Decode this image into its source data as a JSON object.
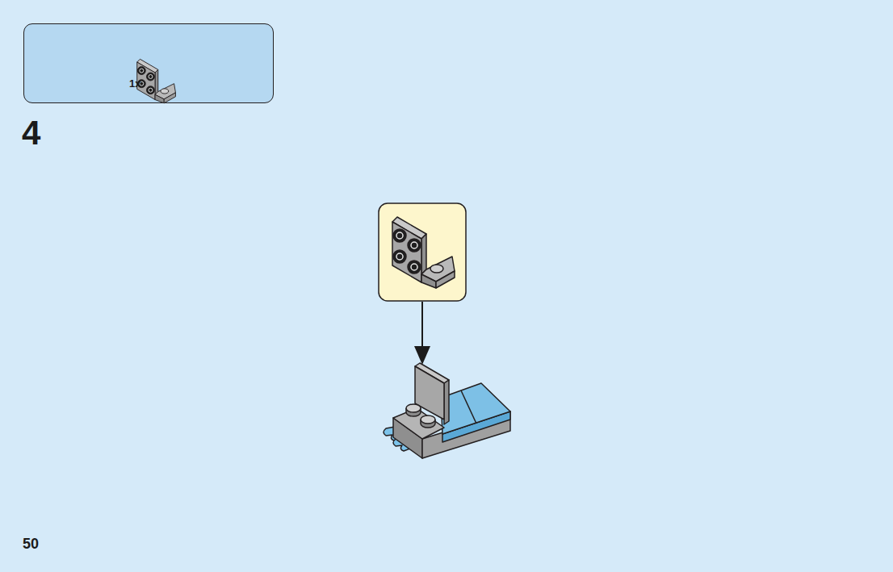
{
  "diagram": {
    "nodes": [
      {
        "text": [
          "1x"
        ]
      }
    ],
    "edges": [],
    "labels": [
      "4",
      "50"
    ]
  }
}
